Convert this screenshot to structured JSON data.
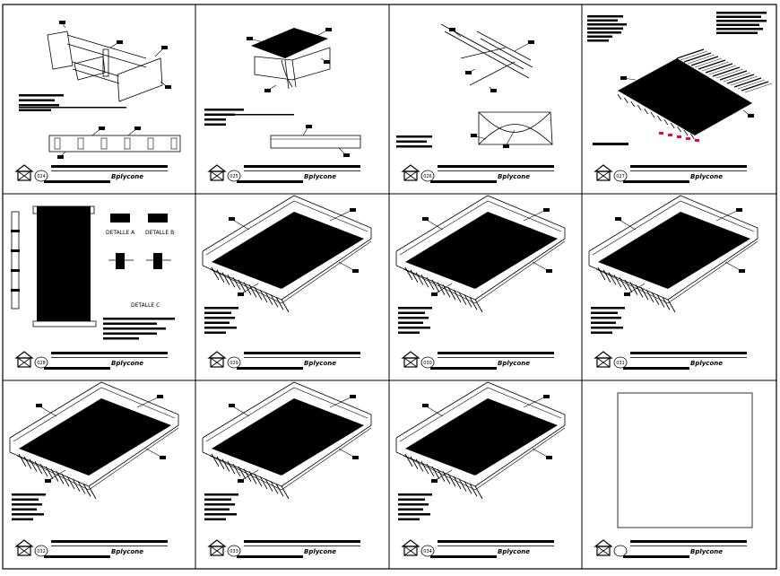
{
  "sheet": {
    "title_block_brand": "Bplycone",
    "details": {
      "a": "DETALLE A",
      "b": "DETALLE B",
      "c": "DETALLE C"
    }
  },
  "panels": [
    {
      "id": "p024",
      "number": "024",
      "kind": "steel-frame"
    },
    {
      "id": "p025",
      "number": "025",
      "kind": "roof-plate"
    },
    {
      "id": "p026",
      "number": "026",
      "kind": "truss"
    },
    {
      "id": "p027",
      "number": "027",
      "kind": "deck-corrugated"
    },
    {
      "id": "p028",
      "number": "028",
      "kind": "elevation-details"
    },
    {
      "id": "p029",
      "number": "029",
      "kind": "slab-iso"
    },
    {
      "id": "p030",
      "number": "030",
      "kind": "slab-iso"
    },
    {
      "id": "p031",
      "number": "031",
      "kind": "slab-iso"
    },
    {
      "id": "p032",
      "number": "032",
      "kind": "slab-iso"
    },
    {
      "id": "p033",
      "number": "033",
      "kind": "slab-iso"
    },
    {
      "id": "p034",
      "number": "034",
      "kind": "slab-iso"
    },
    {
      "id": "p035",
      "number": "",
      "kind": "blank-sheet"
    }
  ],
  "colors": {
    "ink": "#000000",
    "paper": "#ffffff",
    "highlight": "#ff0033"
  }
}
